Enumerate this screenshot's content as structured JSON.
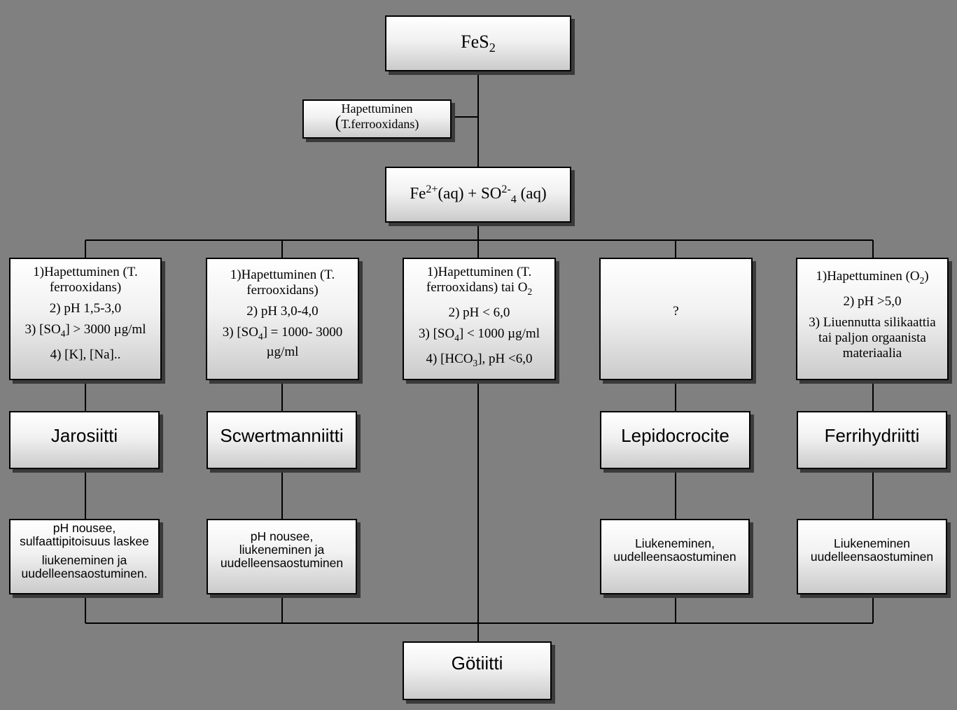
{
  "top": {
    "fes2": {
      "main": "FeS",
      "sub": "2"
    },
    "oxidation": {
      "line1": "Hapettuminen",
      "paren": "(",
      "line2": "T.ferrooxidans)"
    },
    "ion": {
      "fe": "Fe",
      "fe_sup": "2+",
      "mid": "(aq) + SO",
      "so_sup": "2-",
      "so_sub": "4",
      "end": " (aq)"
    }
  },
  "conditions": [
    {
      "l1": "1)Hapettuminen (T.",
      "l2": "ferrooxidans)",
      "l3": "2) pH 1,5-3,0",
      "l4a": "3) [SO",
      "l4sub": "4",
      "l4b": "] > 3000 µg/ml",
      "l5": "4) [K], [Na].."
    },
    {
      "l1": "1)Hapettuminen (T.",
      "l2": "ferrooxidans)",
      "l3": "2) pH 3,0-4,0",
      "l4a": "3) [SO",
      "l4sub": "4",
      "l4b": "] = 1000- 3000",
      "l5": "µg/ml"
    },
    {
      "l1": "1)Hapettuminen (T.",
      "l2a": "ferrooxidans) tai O",
      "l2sub": "2",
      "l3": "2) pH < 6,0",
      "l4a": "3) [SO",
      "l4sub": "4",
      "l4b": "] < 1000 µg/ml",
      "l5a": "4) [HCO",
      "l5sub": "3",
      "l5b": "], pH <6,0"
    },
    {
      "l1": "?"
    },
    {
      "l1a": "1)Hapettuminen (O",
      "l1sub": "2",
      "l1b": ")",
      "l2": "2) pH  >5,0",
      "l3": "3) Liuennutta silikaattia",
      "l4": "tai paljon orgaanista",
      "l5": "materiaalia"
    }
  ],
  "minerals": [
    "Jarosiitti",
    "Scwertmanniitti",
    "Lepidocrocite",
    "Ferrihydriitti"
  ],
  "stages": [
    {
      "l1": "pH nousee,",
      "l2": "sulfaattipitoisuus laskee",
      "l3": "liukeneminen ja",
      "l4": "uudelleensaostuminen."
    },
    {
      "l1": "pH nousee,",
      "l2": "liukeneminen ja",
      "l3": "uudelleensaostuminen"
    },
    {
      "l1": "Liukeneminen,",
      "l2": "uudelleensaostuminen"
    },
    {
      "l1": "Liukeneminen",
      "l2": "uudelleensaostuminen"
    }
  ],
  "bottom": {
    "label": "Götiitti"
  },
  "colors": {
    "background": "#808080",
    "line": "#000000"
  }
}
